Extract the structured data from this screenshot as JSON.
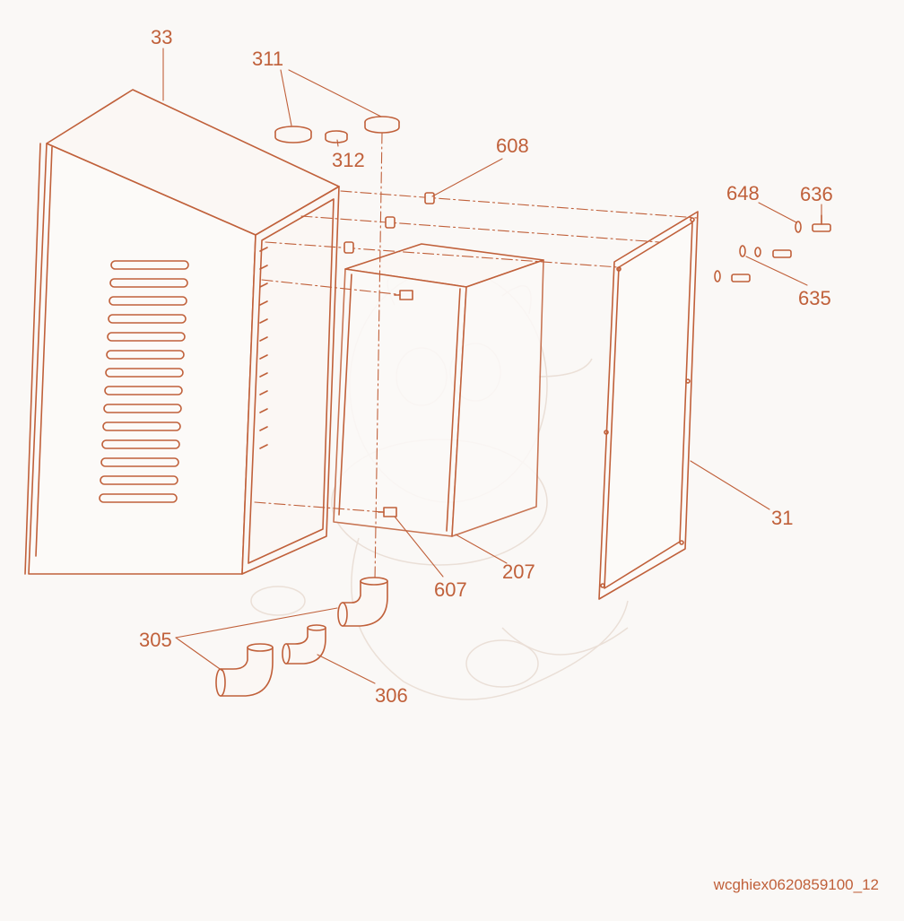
{
  "diagram": {
    "type": "exploded-parts-view",
    "stroke_color": "#c0603a",
    "label_color": "#c0603a",
    "background": "#faf8f6",
    "watermark": "dragon illustration",
    "callouts": {
      "p33": "33",
      "p311": "311",
      "p312": "312",
      "p608": "608",
      "p648": "648",
      "p636": "636",
      "p635": "635",
      "p31": "31",
      "p207": "207",
      "p607": "607",
      "p305": "305",
      "p306": "306"
    },
    "reference_code": "wcghiex0620859100_12"
  }
}
